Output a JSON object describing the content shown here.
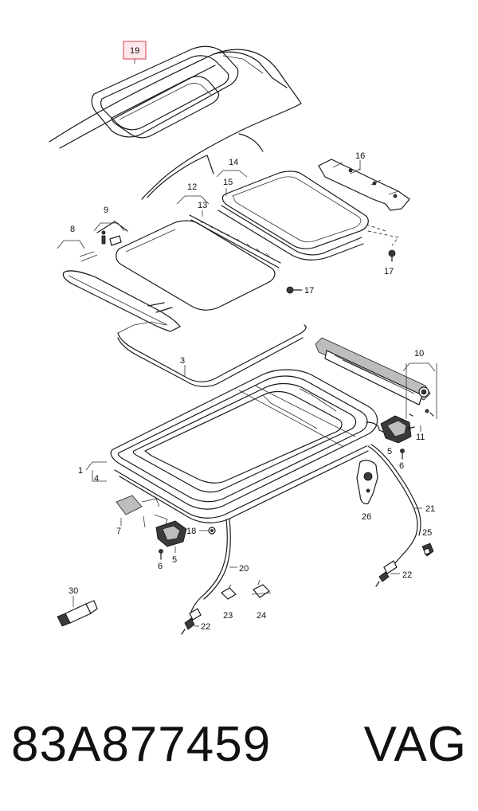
{
  "callouts": {
    "c19": "19",
    "c16": "16",
    "c14": "14",
    "c15": "15",
    "c12": "12",
    "c13": "13",
    "c9": "9",
    "c8": "8",
    "c17a": "17",
    "c17b": "17",
    "c3": "3",
    "c10": "10",
    "c11": "11",
    "c5a": "5",
    "c6a": "6",
    "c1": "1",
    "c4": "4",
    "c21": "21",
    "c26": "26",
    "c7": "7",
    "c18": "18",
    "c5b": "5",
    "c6b": "6",
    "c25": "25",
    "c22a": "22",
    "c20": "20",
    "c30": "30",
    "c23": "23",
    "c24": "24",
    "c22b": "22"
  },
  "highlight_color": "#e05a6a",
  "footer": {
    "part_number": "83A877459",
    "brand": "VAG"
  }
}
